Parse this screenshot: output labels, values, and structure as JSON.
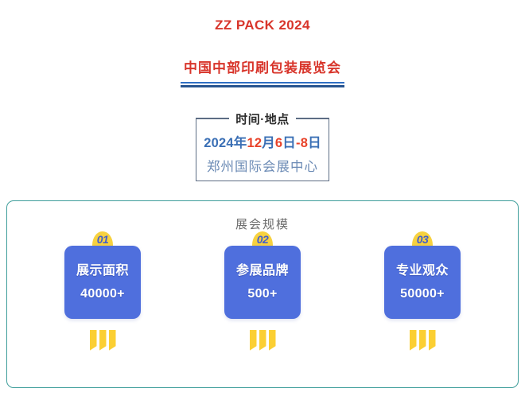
{
  "header": {
    "brand_title": "ZZ PACK 2024",
    "cn_title": "中国中部印刷包装展览会"
  },
  "info_box": {
    "heading": "时间·地点",
    "date_parts": [
      {
        "text": "2024年",
        "color": "blue"
      },
      {
        "text": "12",
        "color": "red"
      },
      {
        "text": "月",
        "color": "blue"
      },
      {
        "text": "6",
        "color": "red"
      },
      {
        "text": "日",
        "color": "blue"
      },
      {
        "text": "-8",
        "color": "red"
      },
      {
        "text": "日",
        "color": "blue"
      }
    ],
    "date_full": "2024年12月6日-8日",
    "venue": "郑州国际会展中心"
  },
  "scale_panel": {
    "title": "展会规模",
    "cards": [
      {
        "badge": "01",
        "label": "展示面积",
        "value": "40000+"
      },
      {
        "badge": "02",
        "label": "参展品牌",
        "value": "500+"
      },
      {
        "badge": "03",
        "label": "专业观众",
        "value": "50000+"
      }
    ]
  },
  "colors": {
    "title_red": "#d8352b",
    "rule_blue_top": "#2f6fc4",
    "rule_blue_bottom": "#27548f",
    "info_border": "#5d6d84",
    "date_blue": "#3a6fb5",
    "date_red": "#e8432a",
    "venue_blue": "#6c8bb5",
    "panel_border": "#3f9e9b",
    "panel_title_gray": "#6d6d6d",
    "card_blue": "#4f6fdd",
    "badge_yellow": "#f7d13f",
    "badge_text_blue": "#4560c9",
    "bar_yellow": "#fbcf33"
  }
}
